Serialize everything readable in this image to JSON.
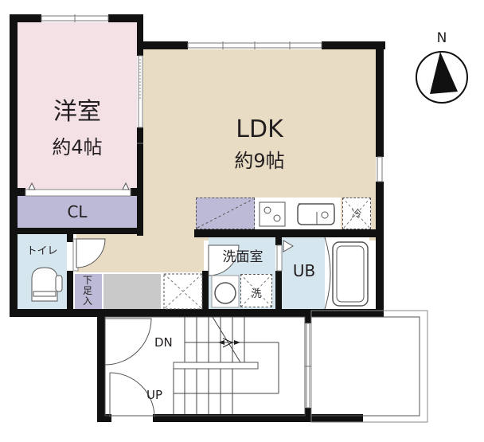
{
  "plan": {
    "rooms": [
      {
        "id": "western-room",
        "name": "洋室",
        "area": "約4帖"
      },
      {
        "id": "ldk",
        "name": "LDK",
        "area": "約9帖"
      },
      {
        "id": "closet",
        "name": "CL"
      },
      {
        "id": "toilet",
        "name": "トイレ"
      },
      {
        "id": "shoe-cabinet",
        "name": "下足入"
      },
      {
        "id": "washroom",
        "name": "洗面室"
      },
      {
        "id": "unit-bath",
        "name": "UB"
      }
    ],
    "fixtures": {
      "fridge": "冷",
      "washer": "洗"
    },
    "stairs": {
      "down": "DN",
      "up": "UP"
    },
    "compass": {
      "north": "N"
    },
    "colors": {
      "western_room": "#f3e1e6",
      "ldk": "#e9dcc4",
      "closet": "#bcbad6",
      "wet_area": "#d5e6ef",
      "entry_floor": "#c9c9c9",
      "wall": "#111111"
    }
  }
}
